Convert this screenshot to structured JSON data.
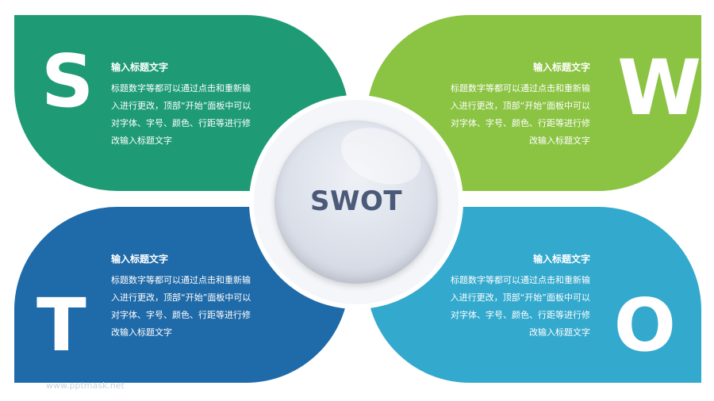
{
  "center": {
    "label": "SWOT"
  },
  "quadrants": [
    {
      "id": "s",
      "letter": "S",
      "color": "#1e9b74",
      "title": "输入标题文字",
      "body": "标题数字等都可以通过点击和重新输入进行更改，顶部“开始”面板中可以对字体、字号、颜色、行距等进行修改输入标题文字"
    },
    {
      "id": "w",
      "letter": "W",
      "color": "#8bc343",
      "title": "输入标题文字",
      "body": "标题数字等都可以通过点击和重新输入进行更改，顶部“开始”面板中可以对字体、字号、颜色、行距等进行修改输入标题文字"
    },
    {
      "id": "t",
      "letter": "T",
      "color": "#1f6aa8",
      "title": "输入标题文字",
      "body": "标题数字等都可以通过点击和重新输入进行更改，顶部“开始”面板中可以对字体、字号、颜色、行距等进行修改输入标题文字"
    },
    {
      "id": "o",
      "letter": "O",
      "color": "#33a9cd",
      "title": "输入标题文字",
      "body": "标题数字等都可以通过点击和重新输入进行更改，顶部“开始”面板中可以对字体、字号、颜色、行距等进行修改输入标题文字"
    }
  ],
  "watermark": "www.pptmask.net"
}
